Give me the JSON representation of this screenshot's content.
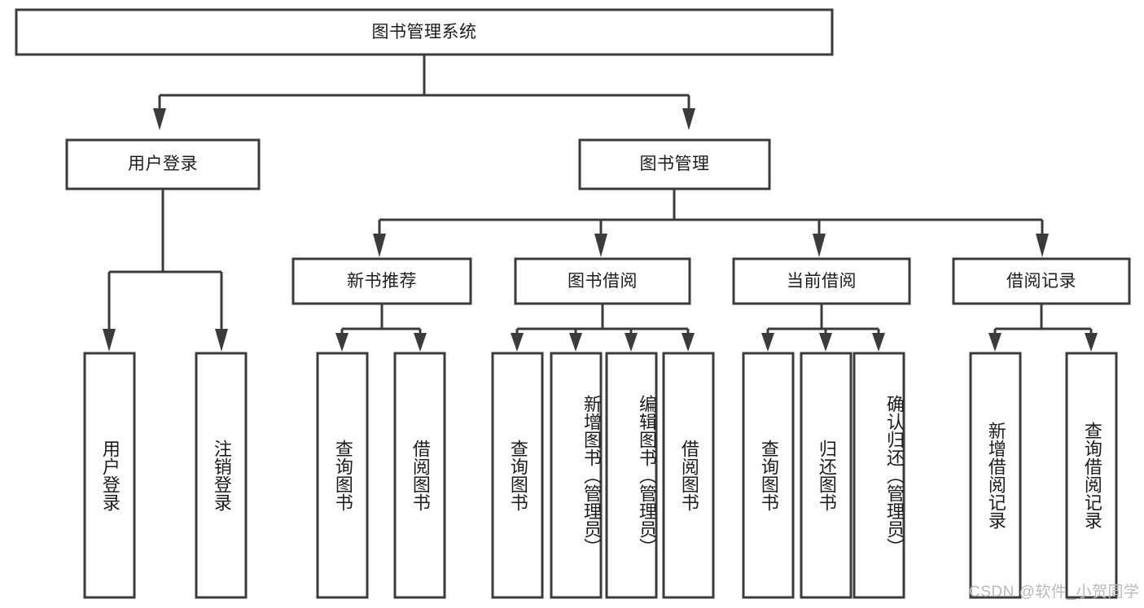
{
  "diagram": {
    "type": "hierarchy-tree",
    "title": "图书管理系统",
    "root": {
      "label": "图书管理系统"
    },
    "level2": [
      {
        "label": "用户登录"
      },
      {
        "label": "图书管理"
      }
    ],
    "level3": [
      {
        "label": "新书推荐"
      },
      {
        "label": "图书借阅"
      },
      {
        "label": "当前借阅"
      },
      {
        "label": "借阅记录"
      }
    ],
    "leaves": [
      {
        "label": "用户登录",
        "parent": "用户登录"
      },
      {
        "label": "注销登录",
        "parent": "用户登录"
      },
      {
        "label": "查询图书",
        "parent": "新书推荐"
      },
      {
        "label": "借阅图书",
        "parent": "新书推荐"
      },
      {
        "label": "查询图书",
        "parent": "图书借阅"
      },
      {
        "label": "新增图书（管理员）",
        "parent": "图书借阅"
      },
      {
        "label": "编辑图书（管理员）",
        "parent": "图书借阅"
      },
      {
        "label": "借阅图书",
        "parent": "图书借阅"
      },
      {
        "label": "查询图书",
        "parent": "当前借阅"
      },
      {
        "label": "归还图书",
        "parent": "当前借阅"
      },
      {
        "label": "确认归还（管理员）",
        "parent": "当前借阅"
      },
      {
        "label": "新增借阅记录",
        "parent": "借阅记录"
      },
      {
        "label": "查询借阅记录",
        "parent": "借阅记录"
      }
    ]
  },
  "watermark": {
    "text": "CSDN @软件_小贺同学"
  },
  "colors": {
    "stroke": "#3b3b3b",
    "fill": "#ffffff",
    "text": "#1c1c1c",
    "watermark": "#b9b9b9"
  }
}
